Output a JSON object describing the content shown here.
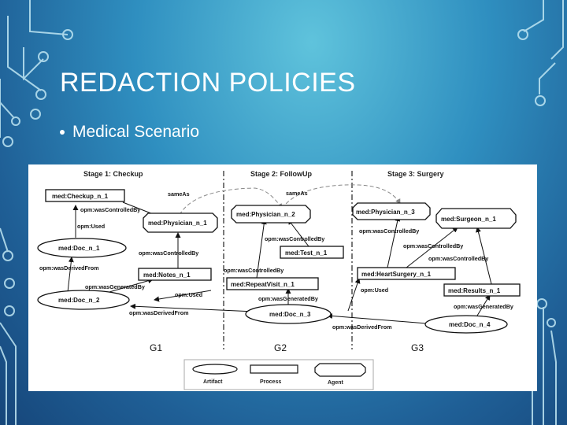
{
  "slide": {
    "title": "REDACTION POLICIES",
    "bullet": "Medical Scenario"
  },
  "diagram": {
    "stages": [
      "Stage 1: Checkup",
      "Stage 2: FollowUp",
      "Stage 3: Surgery"
    ],
    "nodes": {
      "checkup": "med:Checkup_n_1",
      "physician1": "med:Physician_n_1",
      "doc1": "med:Doc_n_1",
      "notes1": "med:Notes_n_1",
      "doc2": "med:Doc_n_2",
      "physician2": "med:Physician_n_2",
      "test1": "med:Test_n_1",
      "repeatvisit1": "med:RepeatVisit_n_1",
      "doc3": "med:Doc_n_3",
      "physician3": "med:Physician_n_3",
      "surgeon1": "med:Surgeon_n_1",
      "heartsurgery1": "med:HeartSurgery_n_1",
      "results1": "med:Results_n_1",
      "doc4": "med:Doc_n_4"
    },
    "edges": {
      "sameAs": "sameAs",
      "wasControlledBy": "opm:wasControlledBy",
      "used": "opm:Used",
      "wasDerivedFrom": "opm:wasDerivedFrom",
      "wasGeneratedBy": "opm:wasGeneratedBy"
    },
    "groups": [
      "G1",
      "G2",
      "G3"
    ],
    "legend": {
      "artifact": "Artifact",
      "process": "Process",
      "agent": "Agent"
    }
  }
}
